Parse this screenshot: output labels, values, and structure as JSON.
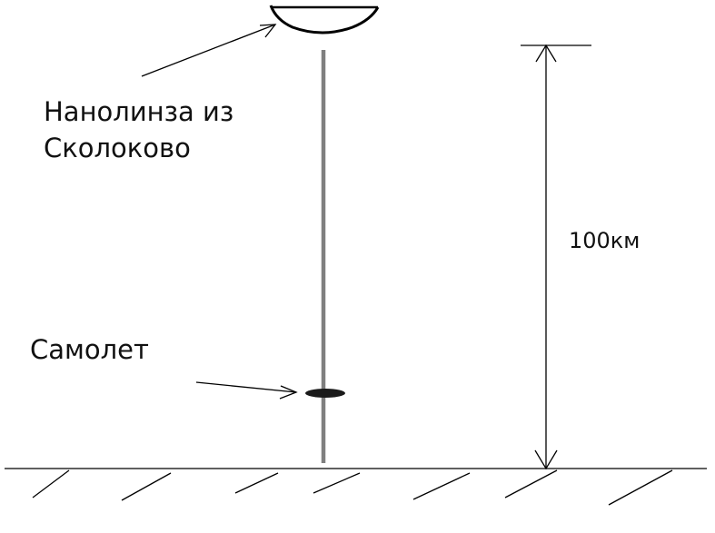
{
  "diagram": {
    "lens_label_line1": "Нанолинза из",
    "lens_label_line2": "Сколоково",
    "plane_label": "Самолет",
    "distance_label": "100км"
  },
  "colors": {
    "ink": "#000000",
    "beam": "#7f7f7f",
    "plane": "#1a1a1a",
    "background": "#ffffff"
  }
}
